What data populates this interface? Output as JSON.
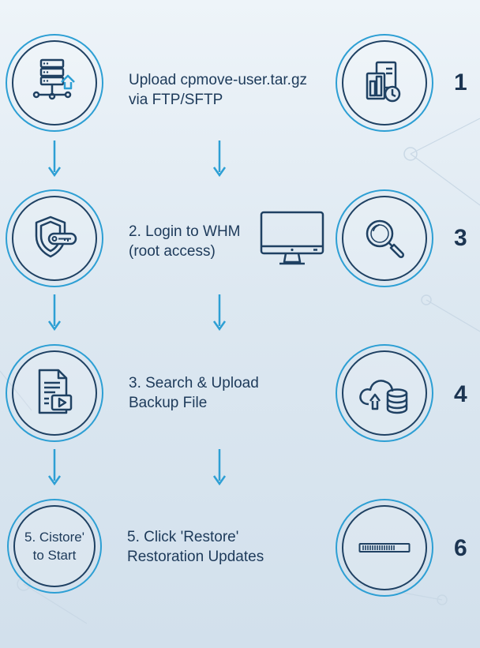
{
  "steps": [
    {
      "label_line1": "Upload cpmove-user.tar.gz",
      "label_line2": "via FTP/SFTP",
      "number": "1"
    },
    {
      "label_line1": "2. Login to WHM",
      "label_line2": "(root access)",
      "number": "3"
    },
    {
      "label_line1": "3. Search & Upload",
      "label_line2": "Backup File",
      "number": "4"
    },
    {
      "label_line1": "5. Click 'Restore'",
      "label_line2": "Restoration Updates",
      "number": "6"
    }
  ],
  "left_circle_text": {
    "line1": "5. Cistore'",
    "line2": "to Start"
  },
  "icons": {
    "row1_left": "server-upload-icon",
    "row1_right": "documents-clock-icon",
    "row2_left": "shield-key-icon",
    "row2_middle": "monitor-icon",
    "row2_right": "magnifier-icon",
    "row3_left": "document-video-icon",
    "row3_right": "cloud-upload-database-icon",
    "row4_right": "progress-bar-icon"
  },
  "colors": {
    "accent": "#2d9fd4",
    "outline": "#1f4163",
    "text": "#1d3a5a"
  }
}
